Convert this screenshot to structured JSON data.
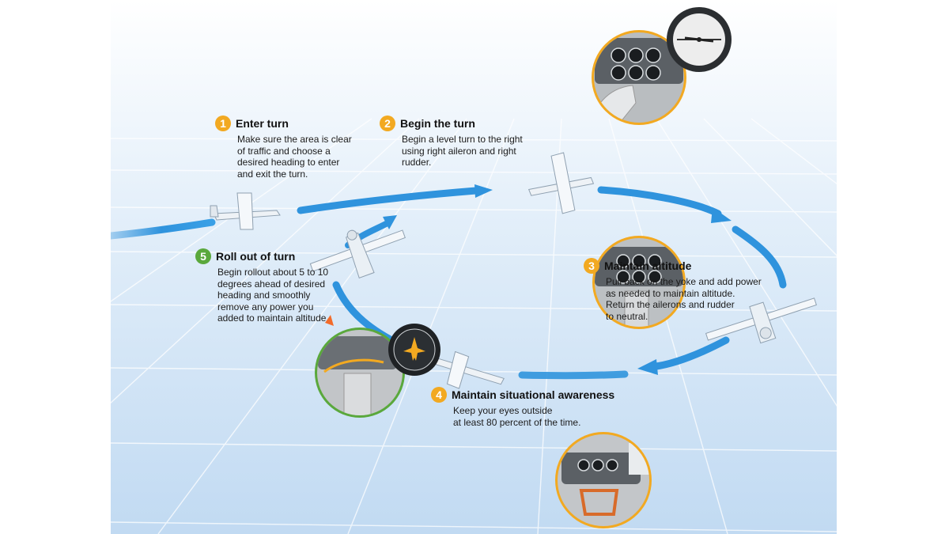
{
  "steps": [
    {
      "number": "1",
      "title": "Enter turn",
      "description": "Make sure the area is clear\nof traffic and choose a\ndesired heading to enter\nand exit the turn."
    },
    {
      "number": "2",
      "title": "Begin the turn",
      "description": "Begin a level turn to the right\nusing right aileron and right\nrudder."
    },
    {
      "number": "3",
      "title": "Maintain altitude",
      "description": "Pull back on the yoke and add power\nas needed to maintain altitude.\nReturn the ailerons and rudder\nto neutral."
    },
    {
      "number": "4",
      "title": "Maintain situational awareness",
      "description": "Keep your eyes outside\nat least 80 percent of the time."
    },
    {
      "number": "5",
      "title": "Roll out of turn",
      "description": "Begin rollout about 5 to 10\ndegrees ahead of desired\nheading and smoothly\nremove any power you\nadded to maintain altitude"
    }
  ],
  "colors": {
    "arrow": "#2f93dd",
    "step_badge": "#f2a921",
    "rollout_badge": "#5aa83c",
    "sky_top": "#ffffff",
    "sky_bottom": "#c4dcf2",
    "grid": "#ffffff"
  }
}
